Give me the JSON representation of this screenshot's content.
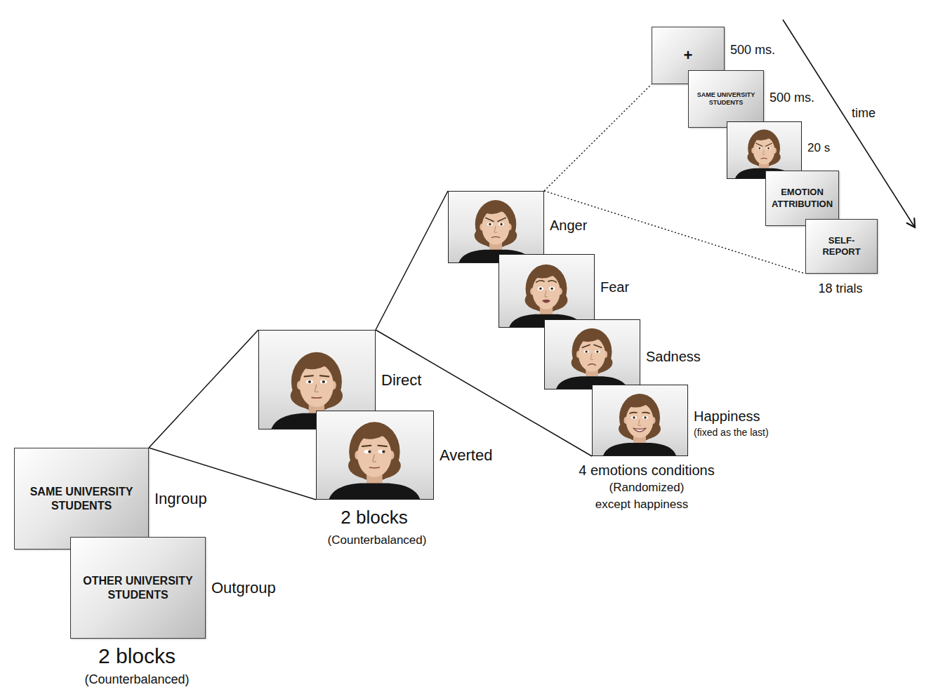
{
  "diagram": {
    "nodes": [
      {
        "text": [
          "SAME UNIVERSITY STUDENTS",
          "Ingroup"
        ]
      },
      {
        "text": [
          "OTHER UNIVERSITY STUDENTS",
          "Outgroup"
        ]
      },
      {
        "text": [
          "Direct"
        ]
      },
      {
        "text": [
          "Averted"
        ]
      },
      {
        "text": [
          "Anger"
        ]
      },
      {
        "text": [
          "Fear"
        ]
      },
      {
        "text": [
          "Sadness"
        ]
      },
      {
        "text": [
          "Happiness",
          "(fixed as the last)"
        ]
      },
      {
        "text": [
          "+",
          "500 ms."
        ]
      },
      {
        "text": [
          "SAME UNIVERSITY STUDENTS",
          "500 ms."
        ]
      },
      {
        "text": [
          "20 s"
        ]
      },
      {
        "text": [
          "EMOTION ATTRIBUTION"
        ]
      },
      {
        "text": [
          "SELF-REPORT"
        ]
      }
    ],
    "edges": [
      {
        "from": 0,
        "to": 2,
        "arrow": "none"
      },
      {
        "from": 0,
        "to": 3,
        "arrow": "none"
      },
      {
        "from": 2,
        "to": 4,
        "arrow": "none"
      },
      {
        "from": 2,
        "to": 7,
        "arrow": "none"
      },
      {
        "from": 4,
        "to": 8,
        "arrow": "none"
      },
      {
        "from": 4,
        "to": 12,
        "arrow": "none"
      }
    ],
    "labels": [
      "2 blocks",
      "(Counterbalanced)",
      "2 blocks",
      "(Counterbalanced)",
      "4 emotions conditions",
      "(Randomized)",
      "except happiness",
      "18 trials",
      "time"
    ]
  }
}
